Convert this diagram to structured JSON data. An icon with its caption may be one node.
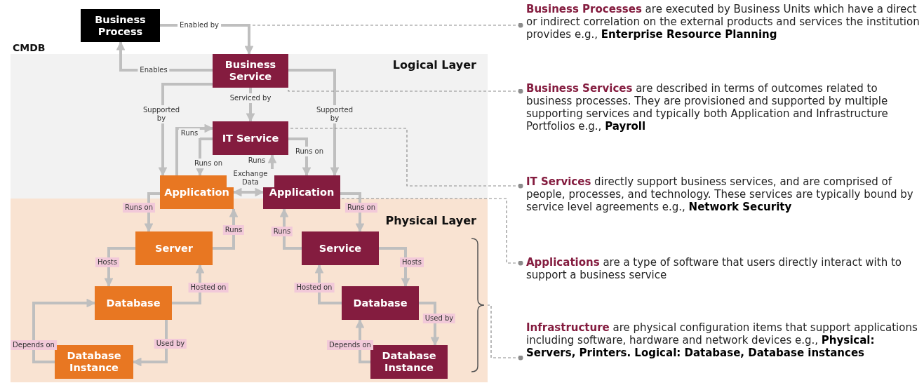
{
  "diagram": {
    "nodes": [
      {
        "text": [
          "Business Process"
        ]
      },
      {
        "text": [
          "Logical Layer"
        ]
      },
      {
        "text": [
          "Business Service"
        ],
        "in": 1
      },
      {
        "text": [
          "IT Service"
        ],
        "in": 1
      },
      {
        "text": [
          "Application"
        ]
      },
      {
        "text": [
          "Application"
        ]
      },
      {
        "text": [
          "Physical Layer"
        ]
      },
      {
        "text": [
          "Server"
        ],
        "in": 6
      },
      {
        "text": [
          "Service"
        ],
        "in": 6
      },
      {
        "text": [
          "Database"
        ],
        "in": 6
      },
      {
        "text": [
          "Database"
        ],
        "in": 6
      },
      {
        "text": [
          "Database Instance"
        ],
        "in": 6
      },
      {
        "text": [
          "Database Instance"
        ],
        "in": 6
      },
      {
        "text": [
          "**Business Processes** are executed by Business Units which have a direct or indirect correlation on the external products and services the institution provides e.g., **Enterprise Resource Planning**"
        ]
      },
      {
        "text": [
          "**Business Services** are described in terms of outcomes related to business processes. They are provisioned and supported by multiple supporting services and typically both Application and Infrastructure Portfolios e.g., **Payroll**"
        ]
      },
      {
        "text": [
          "**IT Services** directly support business services, and are comprised of people, processes, and technology. These services are typically bound by service level agreements e.g., **Network Security**"
        ]
      },
      {
        "text": [
          "**Applications** are a type of software that users directly interact with to support a business service"
        ]
      },
      {
        "text": [
          "**Infrastructure** are physical configuration items that support applications including software, hardware and network devices e.g., **Physical: Servers, Printers. Logical: Database, Database instances**"
        ]
      }
    ],
    "edges": [
      {
        "from": 0,
        "to": 2,
        "arrow": "to",
        "label": "Enabled by"
      },
      {
        "from": 2,
        "to": 0,
        "arrow": "to",
        "label": "Enables"
      },
      {
        "from": 2,
        "to": 3,
        "arrow": "to",
        "label": "Serviced by"
      },
      {
        "from": 2,
        "to": 4,
        "arrow": "to",
        "label": "Supported by"
      },
      {
        "from": 2,
        "to": 5,
        "arrow": "to",
        "label": "Supported by"
      },
      {
        "from": 4,
        "to": 3,
        "arrow": "to",
        "label": "Runs"
      },
      {
        "from": 3,
        "to": 4,
        "arrow": "to",
        "label": "Runs on"
      },
      {
        "from": 5,
        "to": 3,
        "arrow": "to",
        "label": "Runs"
      },
      {
        "from": 3,
        "to": 5,
        "arrow": "to",
        "label": "Runs on"
      },
      {
        "from": 4,
        "to": 5,
        "arrow": "both",
        "label": "Exchange Data"
      },
      {
        "from": 4,
        "to": 7,
        "arrow": "to",
        "label": "Runs on"
      },
      {
        "from": 7,
        "to": 4,
        "arrow": "to",
        "label": "Runs"
      },
      {
        "from": 5,
        "to": 8,
        "arrow": "to",
        "label": "Runs on"
      },
      {
        "from": 8,
        "to": 5,
        "arrow": "to",
        "label": "Runs"
      },
      {
        "from": 7,
        "to": 9,
        "arrow": "to",
        "label": "Hosts"
      },
      {
        "from": 9,
        "to": 7,
        "arrow": "to",
        "label": "Hosted on"
      },
      {
        "from": 8,
        "to": 10,
        "arrow": "to",
        "label": "Hosts"
      },
      {
        "from": 10,
        "to": 8,
        "arrow": "to",
        "label": "Hosted on"
      },
      {
        "from": 9,
        "to": 11,
        "arrow": "to",
        "label": "Used by"
      },
      {
        "from": 11,
        "to": 9,
        "arrow": "to",
        "label": "Depends on"
      },
      {
        "from": 10,
        "to": 12,
        "arrow": "to",
        "label": "Used by"
      },
      {
        "from": 12,
        "to": 10,
        "arrow": "to",
        "label": "Depends on"
      },
      {
        "from": 13,
        "to": null,
        "arrow": "other",
        "style": "dashed",
        "color": "#8c8c8c"
      },
      {
        "from": 14,
        "to": 2,
        "arrow": "other",
        "style": "dashed",
        "color": "#8c8c8c"
      },
      {
        "from": 15,
        "to": 3,
        "arrow": "other",
        "style": "dashed",
        "color": "#8c8c8c"
      },
      {
        "from": 16,
        "to": 5,
        "arrow": "other",
        "style": "dashed",
        "color": "#8c8c8c"
      },
      {
        "from": 17,
        "to": 6,
        "arrow": "other",
        "style": "dashed",
        "color": "#8c8c8c"
      }
    ],
    "labels": [
      "CMDB"
    ]
  }
}
